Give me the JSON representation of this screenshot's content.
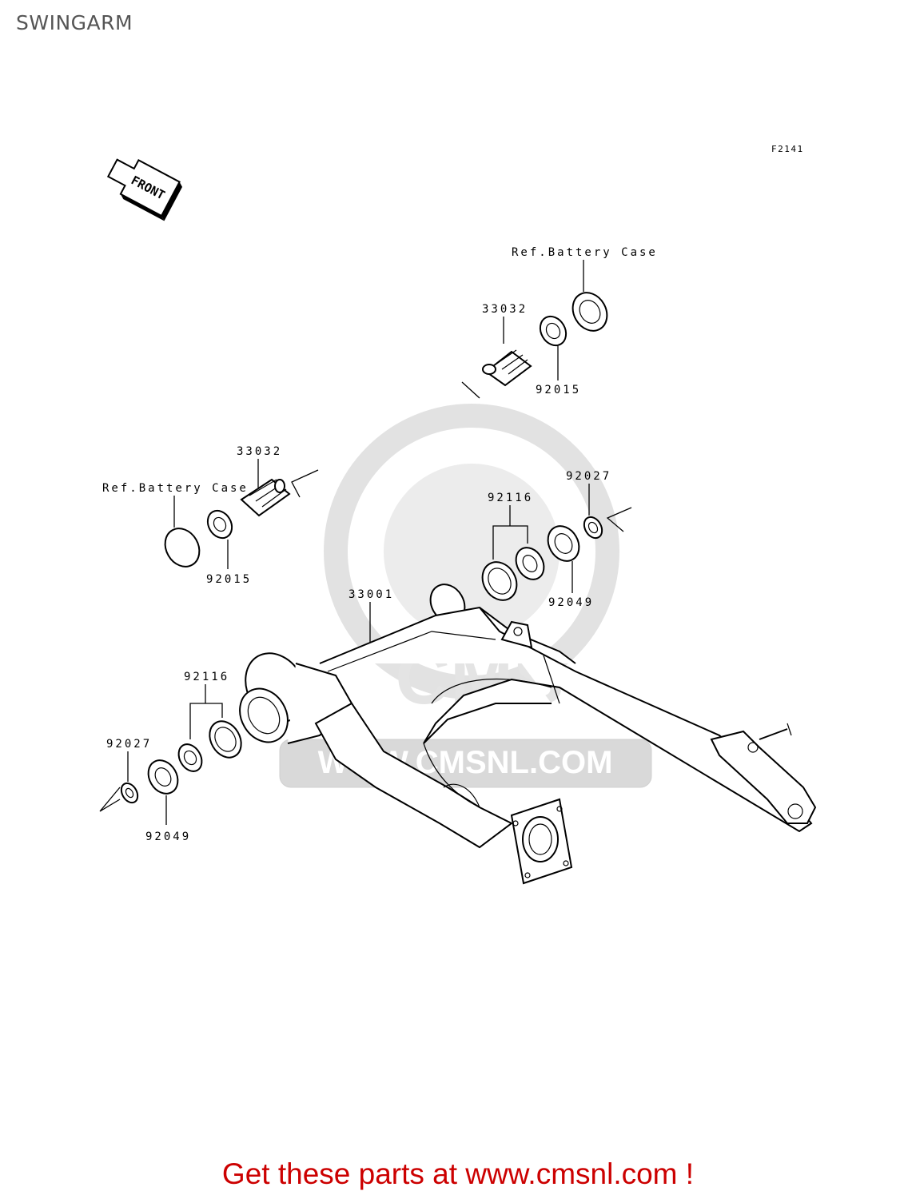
{
  "page": {
    "title": "SWINGARM",
    "footer_cta": "Get these parts at www.cmsnl.com !"
  },
  "diagram": {
    "figure_code": "F2141",
    "front_arrow_text": "FRONT",
    "watermark_text": "WWW.CMSNL.COM",
    "watermark_logo_text": "CMS",
    "callouts": {
      "ref_battery_case_right": "Ref.Battery Case",
      "ref_battery_case_left": "Ref.Battery Case",
      "adjuster_right": "33032",
      "nut_right": "92015",
      "adjuster_left": "33032",
      "nut_left": "92015",
      "swingarm": "33001",
      "bearing_right": "92116",
      "seal_right_outer": "92027",
      "seal_right": "92049",
      "bearing_left": "92116",
      "seal_left_outer": "92027",
      "seal_left": "92049"
    }
  },
  "colors": {
    "title": "#555555",
    "footer": "#cc0000",
    "ink": "#000000",
    "watermark": "#d9d9d9"
  }
}
